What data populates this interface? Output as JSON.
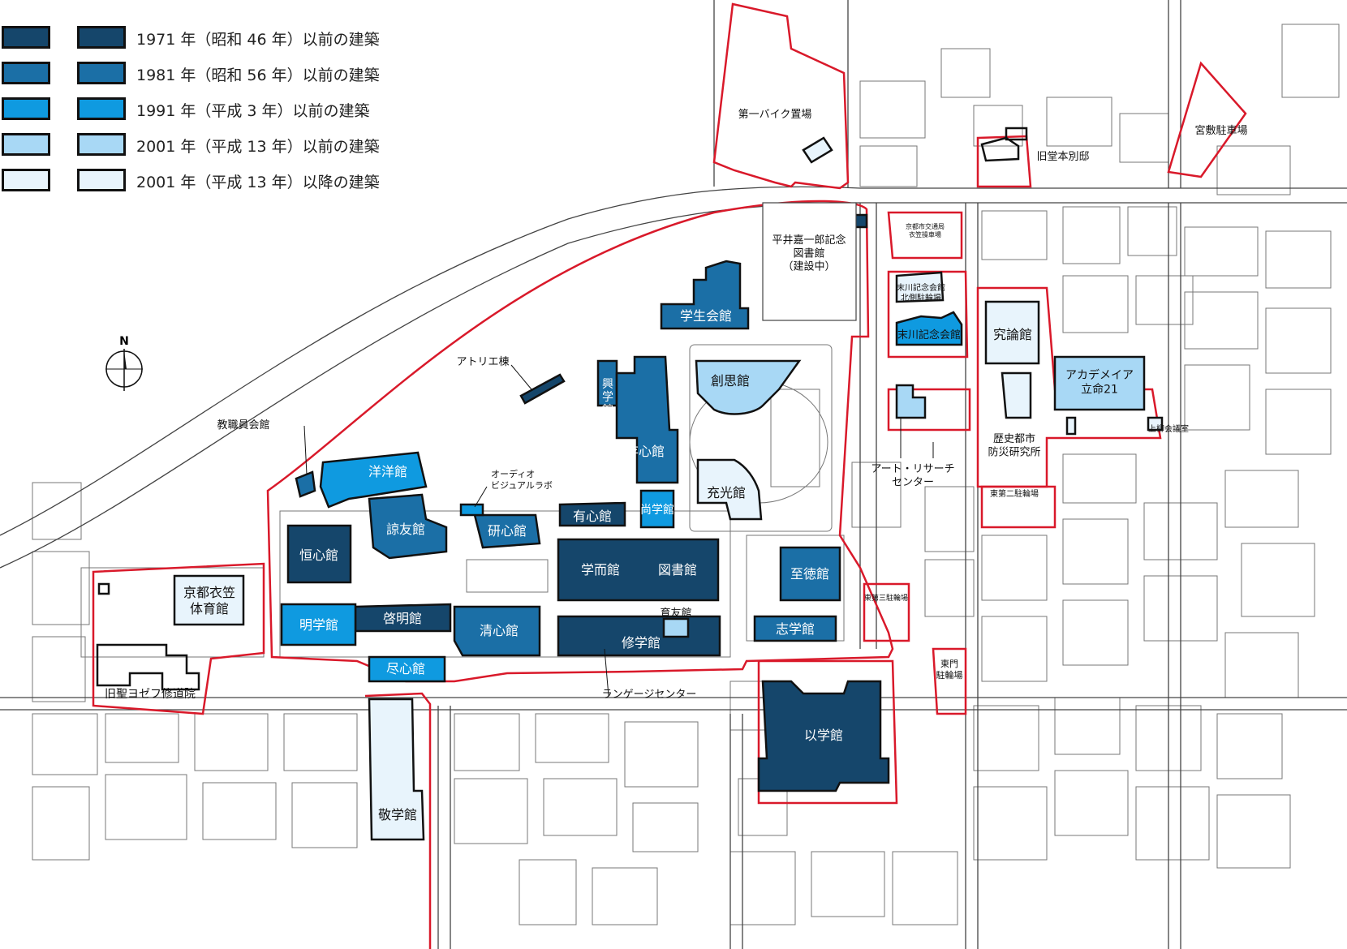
{
  "legend": {
    "items": [
      {
        "label": "1971 年（昭和 46 年）以前の建築",
        "color": "#15466b"
      },
      {
        "label": "1981 年（昭和 56 年）以前の建築",
        "color": "#1b6fa6"
      },
      {
        "label": "1991 年（平成 3 年）以前の建築",
        "color": "#0f9ae0"
      },
      {
        "label": "2001 年（平成 13 年）以前の建築",
        "color": "#a8d8f5"
      },
      {
        "label": "2001 年（平成 13 年）以降の建築",
        "color": "#e8f4fc"
      }
    ]
  },
  "compass": {
    "label": "N"
  },
  "colors": {
    "boundary": "#d9192a",
    "road": "#444444",
    "neighbor": "#666666"
  },
  "buildings": {
    "gakuseikaikan": "学生会館",
    "kou": "興学館",
    "zonshin": "存心館",
    "soushi": "創思館",
    "juko": "充光館",
    "shogaku": "尚学館",
    "yuushin": "有心館",
    "kenshin": "研心館",
    "ryouyuu": "諒友館",
    "youyou": "洋洋館",
    "koushin": "恒心館",
    "gakuji": "学而館",
    "toshokan": "図書館",
    "shitoku": "至徳館",
    "shigaku": "志学館",
    "ikuyuu": "育友館",
    "shugaku": "修学館",
    "seishin": "清心館",
    "keimei": "啓明館",
    "meigaku": "明学館",
    "jinshin": "尽心館",
    "taiikukan": "京都衣笠\n体育館",
    "kyuseiyosefu": "旧聖ヨゼフ修道院",
    "keigaku": "敬学館",
    "igaku": "以学館",
    "kyuron": "究論館",
    "academeia": "アカデメイア\n立命21",
    "suekawa": "末川記念会館",
    "hirai": "平井嘉一郎記念\n図書館\n（建設中）"
  },
  "annotations": {
    "bike1": "第一バイク置場",
    "atelier": "アトリエ棟",
    "kyoshokuin": "教職員会館",
    "audio": "オーディオ\nビジュアルラボ",
    "language": "ランゲージセンター",
    "kotsu": "京都市交通局\n衣笠操車場",
    "suekawa_north": "末川記念会館\n北側駐輪場",
    "art_research": "アート・リサーチ\nセンター",
    "rekishi": "歴史都市\n防災研究所",
    "higashi2": "東第二駐輪場",
    "higashi3": "東第三駐輪場",
    "tomon": "東門\n駐輪場",
    "kamiyanagi": "上柳会議室",
    "kyudomoto": "旧堂本別邸",
    "miyashiki": "宮敷駐車場"
  }
}
